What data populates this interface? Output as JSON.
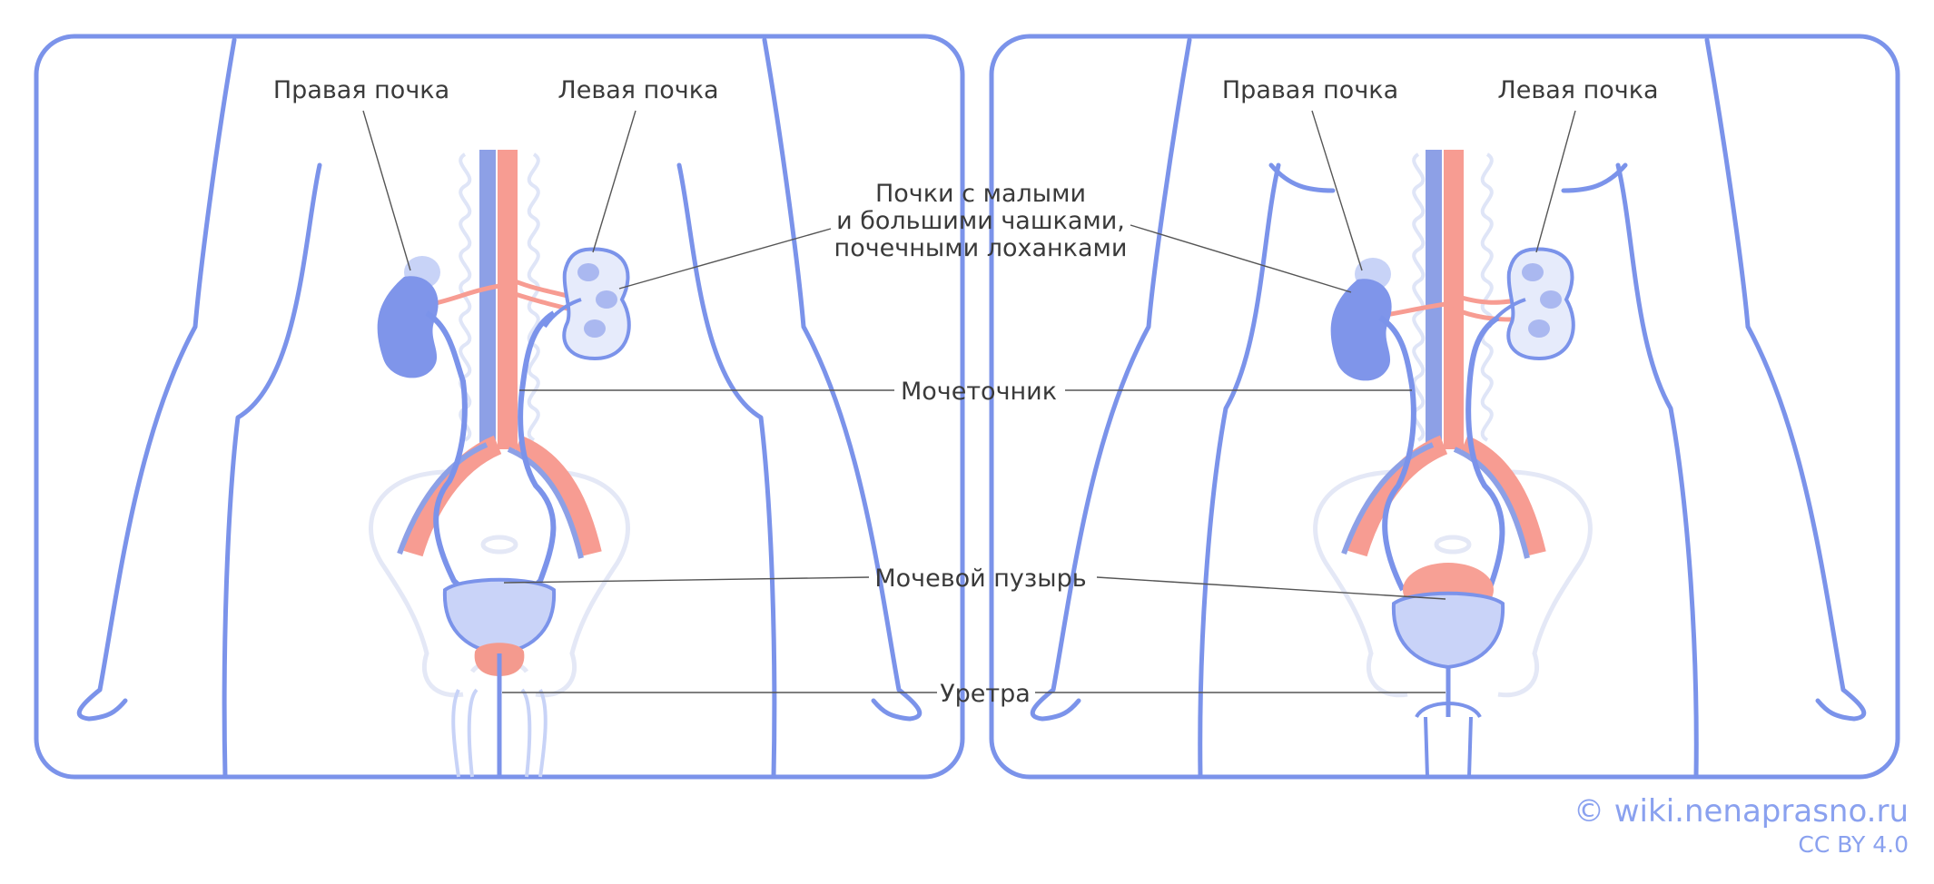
{
  "labels": {
    "right_kidney": "Правая почка",
    "left_kidney": "Левая почка",
    "kidneys_line1": "Почки с малыми",
    "kidneys_line2": "и большими чашками,",
    "kidneys_line3": "почечными лоханками",
    "ureter": "Мочеточник",
    "bladder": "Мочевой пузырь",
    "urethra": "Уретра"
  },
  "credit": {
    "site": "© wiki.nenaprasno.ru",
    "license": "CC BY 4.0"
  },
  "colors": {
    "outline": "#7b93ea",
    "artery": "#f79c92",
    "vein": "#8da0e6",
    "kidney": "#7f95ea",
    "light_blue": "#c8d3f7",
    "bone": "#e4e8f6",
    "bladder_fill": "#c9d3f8",
    "prostate": "#f49a8e",
    "uterus": "#f7a095",
    "text": "#3a3a3a",
    "credit": "#8aa1ef"
  }
}
